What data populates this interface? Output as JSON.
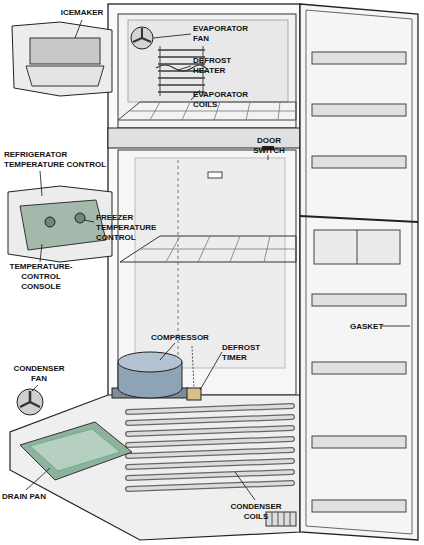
{
  "diagram": {
    "labels": [
      "ICEMAKER",
      "EVAPORATOR FAN",
      "DEFROST HEATER",
      "EVAPORATOR COILS",
      "REFRIGERATOR TEMPERATURE CONTROL",
      "DOOR SWITCH",
      "FREEZER TEMPERATURE CONTROL",
      "TEMPERATURE- CONTROL CONSOLE",
      "COMPRESSOR",
      "DEFROST TIMER",
      "GASKET",
      "CONDENSER FAN",
      "DRAIN PAN",
      "CONDENSER COILS"
    ]
  }
}
